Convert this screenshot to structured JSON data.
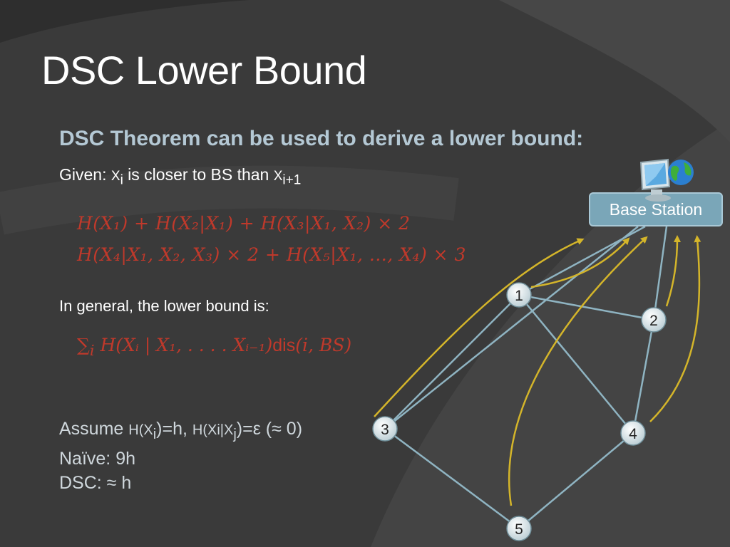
{
  "slide": {
    "title": "DSC Lower Bound",
    "subtitle": "DSC Theorem can be used to derive a lower bound:",
    "given": {
      "prefix": "Given: ",
      "x1": "X",
      "x1_sub": "i",
      "middle": " is closer to BS than ",
      "x2": "X",
      "x2_sub": "i+1"
    },
    "formula_line1": "H(X₁) + H(X₂|X₁) + H(X₃|X₁, X₂) × 2",
    "formula_line2": "H(X₄|X₁, X₂, X₃) × 2 + H(X₅|X₁, ..., X₄) × 3",
    "general_text": "In general, the lower bound is:",
    "formula_general": {
      "sum": "∑",
      "sum_sub": "i",
      "body": "H(Xᵢ | X₁, . . . . Xᵢ₋₁)",
      "dis": "dis",
      "args": "(i, BS)"
    },
    "assume": {
      "label": "Assume ",
      "h1": "H(X",
      "h1_sub": "i",
      "h1_end": ")=h, ",
      "h2": "H(Xi|X",
      "h2_sub": "j",
      "h2_end": ")=ε",
      "approx": "  (≈ 0)"
    },
    "naive": "Naïve: 9h",
    "dsc": "DSC: ≈ h"
  },
  "network": {
    "base_station_label": "Base Station",
    "computer_icon": "computer-globe-icon",
    "nodes": [
      "1",
      "2",
      "3",
      "4",
      "5"
    ],
    "node_color": "#dce8ec",
    "edge_color": "#8fb4c2",
    "arrow_color": "#d4b52a"
  }
}
